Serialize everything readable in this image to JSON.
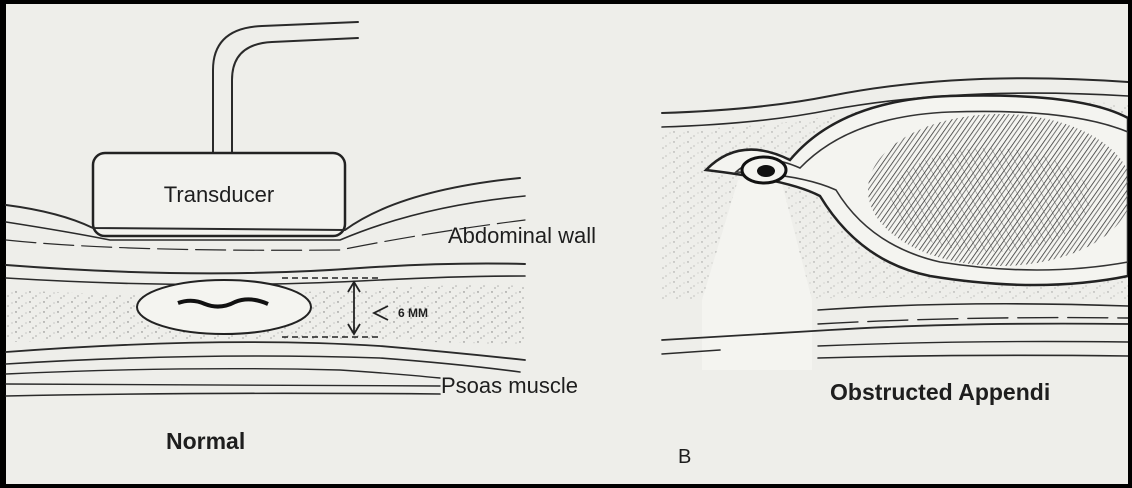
{
  "labels": {
    "transducer": "Transducer",
    "abdominal_wall": "Abdominal wall",
    "measurement": "6 MM",
    "psoas_muscle": "Psoas muscle",
    "normal": "Normal",
    "obstructed": "Obstructed Appendi",
    "panel_b": "B"
  },
  "colors": {
    "paper": "#eeeeea",
    "ink": "#2a2a2a",
    "frame": "#000000"
  }
}
